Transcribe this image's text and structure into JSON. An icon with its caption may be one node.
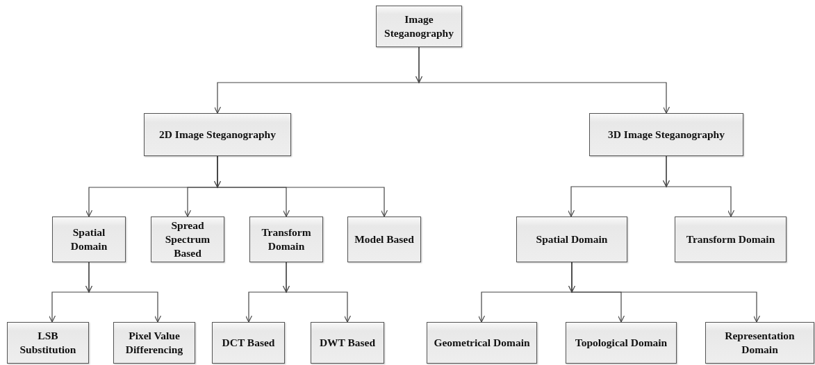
{
  "diagram": {
    "nodes": [
      {
        "text": [
          "Image Steganography"
        ]
      },
      {
        "text": [
          "2D Image Steganography"
        ]
      },
      {
        "text": [
          "3D Image Steganography"
        ]
      },
      {
        "text": [
          "Spatial Domain"
        ]
      },
      {
        "text": [
          "Spread Spectrum Based"
        ]
      },
      {
        "text": [
          "Transform Domain"
        ]
      },
      {
        "text": [
          "Model Based"
        ]
      },
      {
        "text": [
          "Spatial Domain"
        ]
      },
      {
        "text": [
          "Transform Domain"
        ]
      },
      {
        "text": [
          "LSB Substitution"
        ]
      },
      {
        "text": [
          "Pixel Value Differencing"
        ]
      },
      {
        "text": [
          "DCT Based"
        ]
      },
      {
        "text": [
          "DWT Based"
        ]
      },
      {
        "text": [
          "Geometrical Domain"
        ]
      },
      {
        "text": [
          "Topological Domain"
        ]
      },
      {
        "text": [
          "Representation Domain"
        ]
      }
    ],
    "edges": [
      {
        "from": 0,
        "to": 1,
        "arrow": "to"
      },
      {
        "from": 0,
        "to": 2,
        "arrow": "to"
      },
      {
        "from": 1,
        "to": 3,
        "arrow": "to"
      },
      {
        "from": 1,
        "to": 4,
        "arrow": "to"
      },
      {
        "from": 1,
        "to": 5,
        "arrow": "to"
      },
      {
        "from": 1,
        "to": 6,
        "arrow": "to"
      },
      {
        "from": 2,
        "to": 7,
        "arrow": "to"
      },
      {
        "from": 2,
        "to": 8,
        "arrow": "to"
      },
      {
        "from": 3,
        "to": 9,
        "arrow": "to"
      },
      {
        "from": 3,
        "to": 10,
        "arrow": "to"
      },
      {
        "from": 5,
        "to": 11,
        "arrow": "to"
      },
      {
        "from": 5,
        "to": 12,
        "arrow": "to"
      },
      {
        "from": 7,
        "to": 13,
        "arrow": "to"
      },
      {
        "from": 7,
        "to": 14,
        "arrow": "to"
      },
      {
        "from": 7,
        "to": 15,
        "arrow": "to"
      }
    ]
  }
}
